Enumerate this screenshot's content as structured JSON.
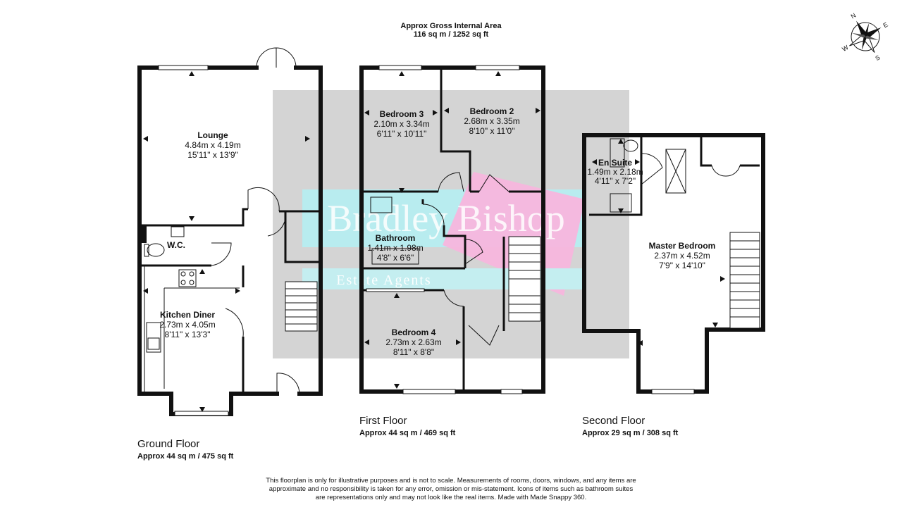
{
  "header": {
    "title": "Approx Gross Internal Area",
    "total_area": "116 sq m / 1252 sq ft"
  },
  "floors": [
    {
      "name": "Ground Floor",
      "area": "Approx 44 sq m / 475 sq ft"
    },
    {
      "name": "First Floor",
      "area": "Approx 44 sq m / 469 sq ft"
    },
    {
      "name": "Second Floor",
      "area": "Approx 29 sq m / 308 sq ft"
    }
  ],
  "rooms": {
    "lounge": {
      "name": "Lounge",
      "metric": "4.84m x 4.19m",
      "imperial": "15'11\" x 13'9\""
    },
    "wc": {
      "name": "W.C."
    },
    "kitchen": {
      "name": "Kitchen Diner",
      "metric": "2.73m x 4.05m",
      "imperial": "8'11\" x 13'3\""
    },
    "bedroom3": {
      "name": "Bedroom 3",
      "metric": "2.10m x 3.34m",
      "imperial": "6'11\" x 10'11\""
    },
    "bedroom2": {
      "name": "Bedroom 2",
      "metric": "2.68m x 3.35m",
      "imperial": "8'10\" x 11'0\""
    },
    "bathroom": {
      "name": "Bathroom",
      "metric": "1.41m x 1.98m",
      "imperial": "4'8\" x 6'6\""
    },
    "bedroom4": {
      "name": "Bedroom 4",
      "metric": "2.73m x 2.63m",
      "imperial": "8'11\" x 8'8\""
    },
    "ensuite": {
      "name": "En Suite",
      "metric": "1.49m x 2.18m",
      "imperial": "4'11\" x 7'2\""
    },
    "master": {
      "name": "Master Bedroom",
      "metric": "2.37m x 4.52m",
      "imperial": "7'9\" x 14'10\""
    }
  },
  "watermark": {
    "brand": "Bradley Bishop",
    "sub": "Estate Agents"
  },
  "compass": {
    "letters": [
      "N",
      "E",
      "S",
      "W"
    ]
  },
  "disclaimer": [
    "This floorplan is only for illustrative purposes and is not to scale. Measurements of rooms, doors, windows, and any items are",
    "approximate and no responsibility is taken for any error, omission or mis-statement. Icons of items such as bathroom suites",
    "are representations only and may not look like the real items. Made with Made Snappy 360."
  ],
  "colors": {
    "wall": "#111111",
    "watermark_grey": "#d4d4d4",
    "watermark_cyan": "#b8ecef",
    "watermark_pink": "#f7b6dd"
  }
}
